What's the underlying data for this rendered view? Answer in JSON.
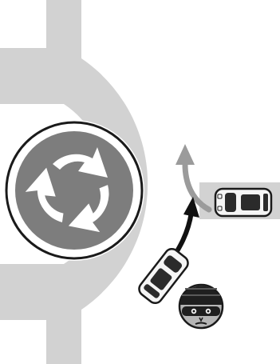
{
  "scene": {
    "type": "roundabout-illustration",
    "elements": [
      "road",
      "roundabout-sign",
      "circulation-arrows",
      "car-waiting",
      "car-entering",
      "path-arrow-grey",
      "path-arrow-black",
      "burglar-face-icon"
    ]
  },
  "colors": {
    "background": "#ffffff",
    "road": "#d2d2d2",
    "sign_disc": "#7d7d7d",
    "sign_arrows": "#ffffff",
    "outline": "#1a1a1a",
    "grey_arrow": "#9b9b9b",
    "black_arrow": "#111111",
    "car_body": "#f5f5f5",
    "car_window": "#2b2b2b",
    "face": "#b5b5b5",
    "mask": "#1f1f1f"
  }
}
